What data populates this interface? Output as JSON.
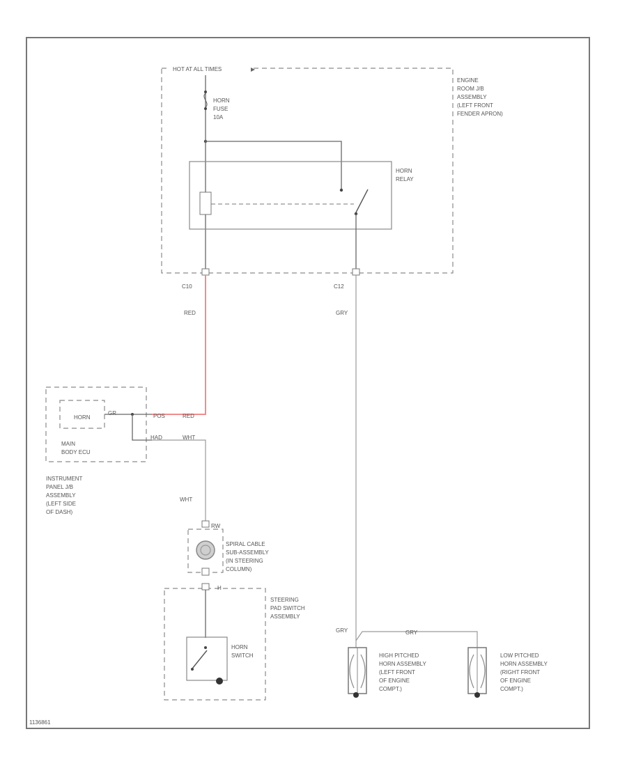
{
  "colors": {
    "red_wire": "#f08c8c",
    "wire": "#9a9a9a",
    "border": "#777777"
  },
  "engine_room": {
    "fuse_header": "HOT AT ALL TIMES",
    "label": [
      "ENGINE",
      "ROOM J/B",
      "ASSEMBLY",
      "(LEFT FRONT",
      "FENDER APRON)"
    ],
    "horn_fuse": [
      "HORN",
      "FUSE",
      "10A"
    ],
    "horn_relay": [
      "HORN",
      "RELAY"
    ],
    "connector_left": "C10",
    "connector_right": "C12"
  },
  "wires": {
    "red": "RED",
    "gry": "GRY",
    "wht": "WHT"
  },
  "main_body_ecu": {
    "horn": "HORN",
    "label": [
      "MAIN",
      "BODY ECU"
    ],
    "pin_top_left": "GR",
    "pin_top_right": "POS",
    "pin_bottom": "HAD"
  },
  "instrument_panel": {
    "label": [
      "INSTRUMENT",
      "PANEL J/B",
      "ASSEMBLY",
      "(LEFT SIDE",
      "OF DASH)"
    ]
  },
  "spiral_cable": {
    "pin": "RW",
    "label": [
      "SPIRAL CABLE",
      "SUB-ASSEMBLY",
      "(IN STEERING",
      "COLUMN)"
    ]
  },
  "steering_pad": {
    "pin": "H",
    "label": [
      "STEERING",
      "PAD SWITCH",
      "ASSEMBLY"
    ],
    "switch": [
      "HORN",
      "SWITCH"
    ]
  },
  "high_horn": {
    "label": [
      "HIGH PITCHED",
      "HORN ASSEMBLY",
      "(LEFT FRONT",
      "OF ENGINE",
      "COMPT.)"
    ]
  },
  "low_horn": {
    "label": [
      "LOW PITCHED",
      "HORN ASSEMBLY",
      "(RIGHT FRONT",
      "OF ENGINE",
      "COMPT.)"
    ]
  },
  "footer_code": "1136861"
}
